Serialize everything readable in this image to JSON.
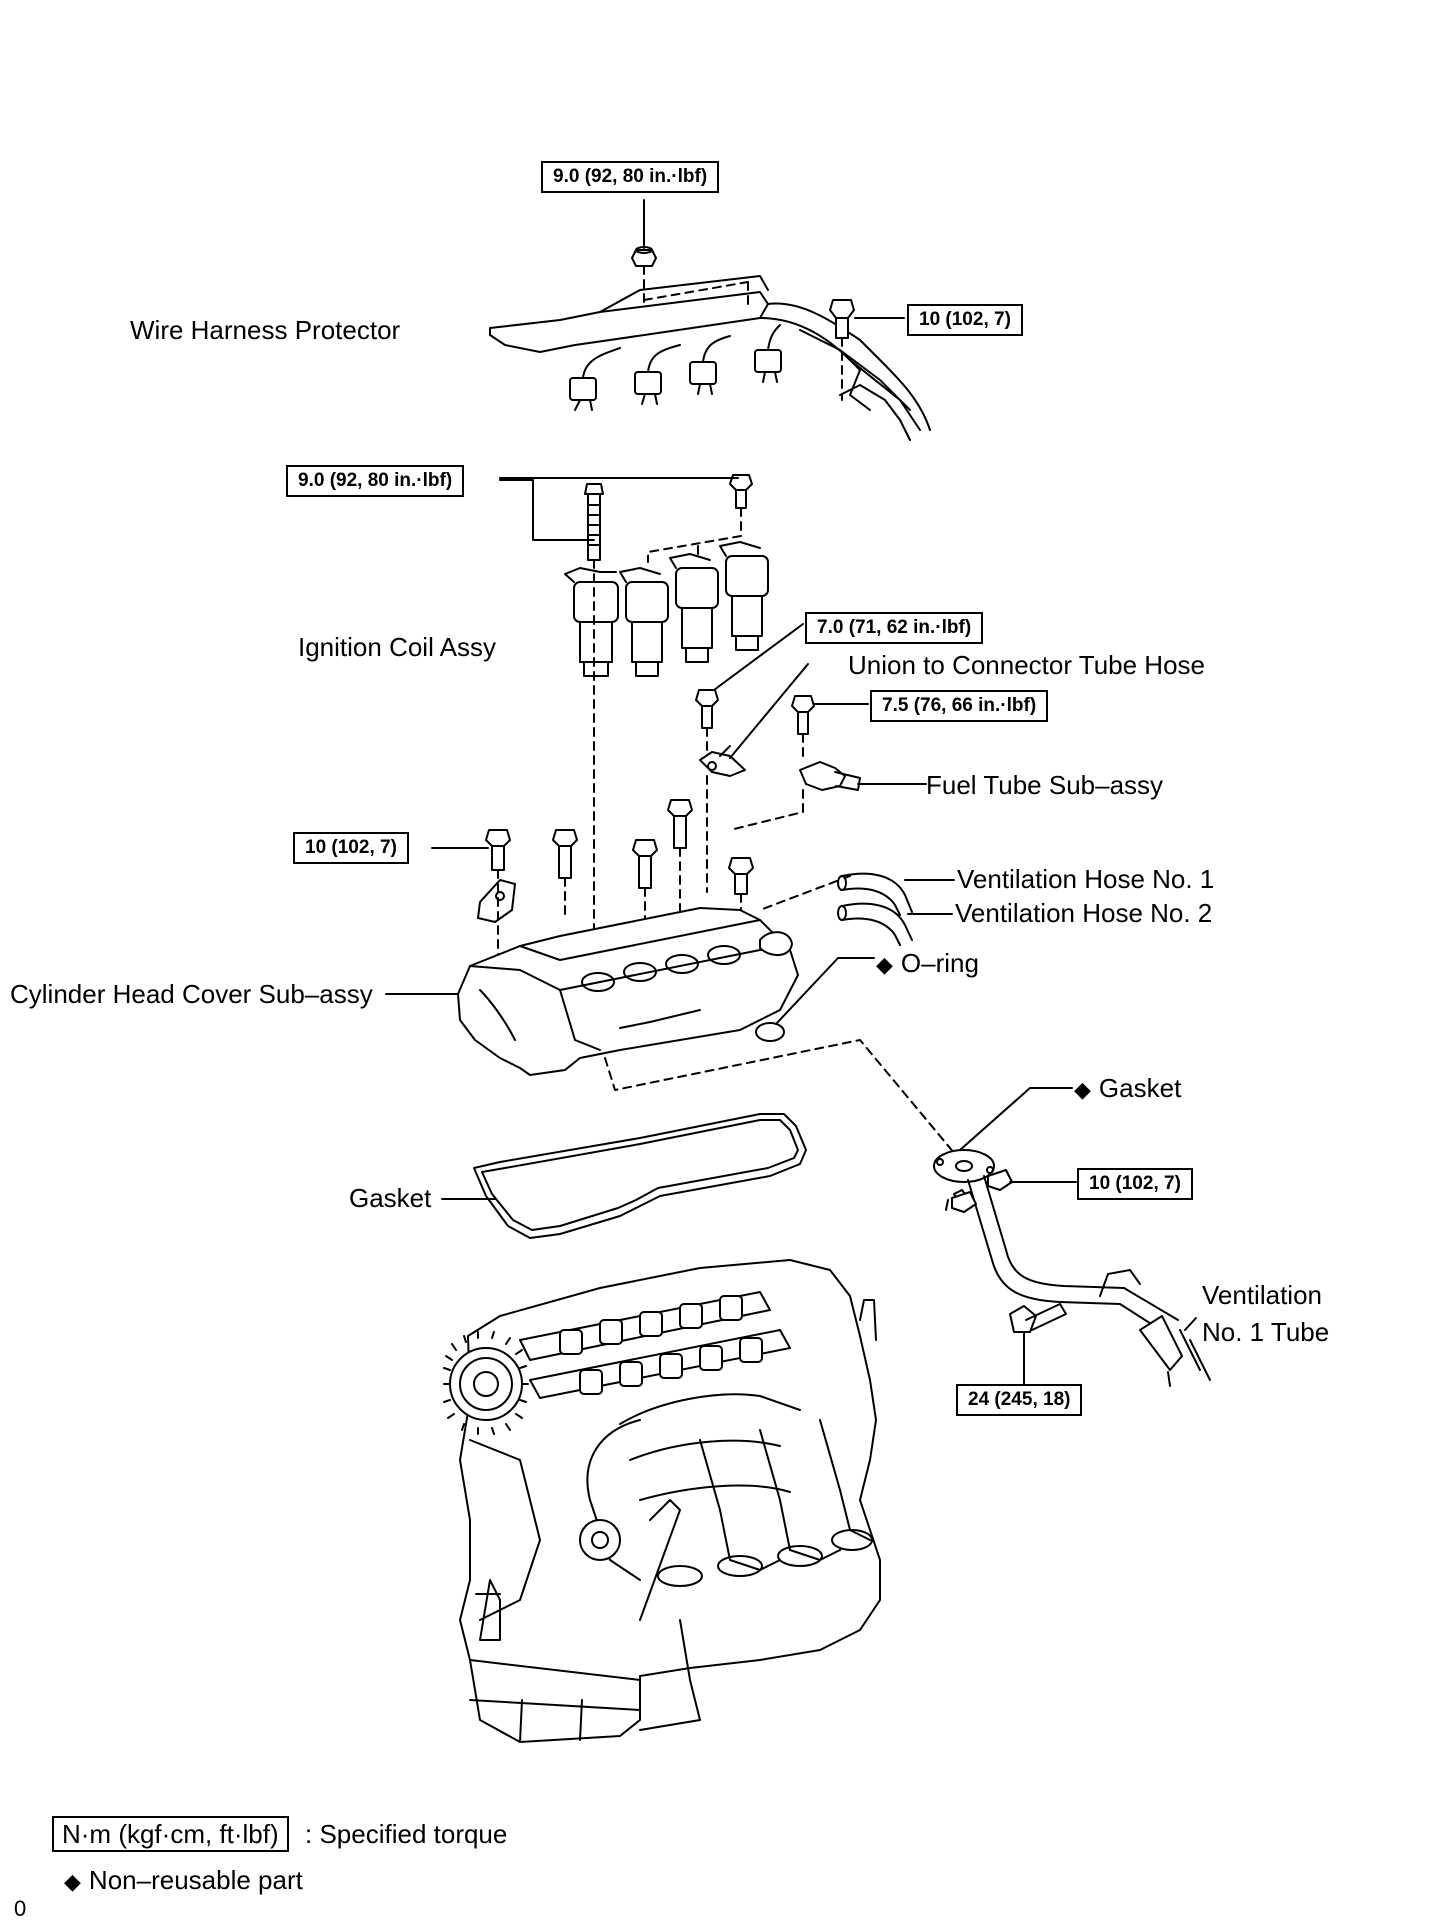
{
  "labels": {
    "wire_harness_protector": "Wire Harness Protector",
    "ignition_coil_assy": "Ignition Coil Assy",
    "union_to_connector_tube_hose": "Union to Connector Tube Hose",
    "fuel_tube_sub_assy": "Fuel Tube Sub–assy",
    "ventilation_hose_no1": "Ventilation Hose No. 1",
    "ventilation_hose_no2": "Ventilation Hose No. 2",
    "o_ring": "O–ring",
    "cylinder_head_cover_sub_assy": "Cylinder Head Cover Sub–assy",
    "gasket_right": "Gasket",
    "gasket_left": "Gasket",
    "ventilation_no1_tube_line1": "Ventilation",
    "ventilation_no1_tube_line2": "No. 1 Tube"
  },
  "torques": {
    "harness_nut": "9.0 (92, 80 in.·lbf)",
    "harness_bolt": "10 (102, 7)",
    "coil_bolts": "9.0 (92, 80 in.·lbf)",
    "hose_bolt": "7.0 (71, 62 in.·lbf)",
    "fuel_tube_bolt": "7.5 (76, 66 in.·lbf)",
    "cover_bolts": "10 (102, 7)",
    "tube_nuts": "10 (102, 7)",
    "tube_bolt": "24 (245, 18)"
  },
  "legend": {
    "torque_unit": "N·m (kgf·cm, ft·lbf)",
    "torque_desc": ": Specified torque",
    "non_reusable_symbol": "◆",
    "non_reusable_desc": "Non–reusable part"
  },
  "non_reusable_symbol": "◆",
  "corner_mark": "0"
}
